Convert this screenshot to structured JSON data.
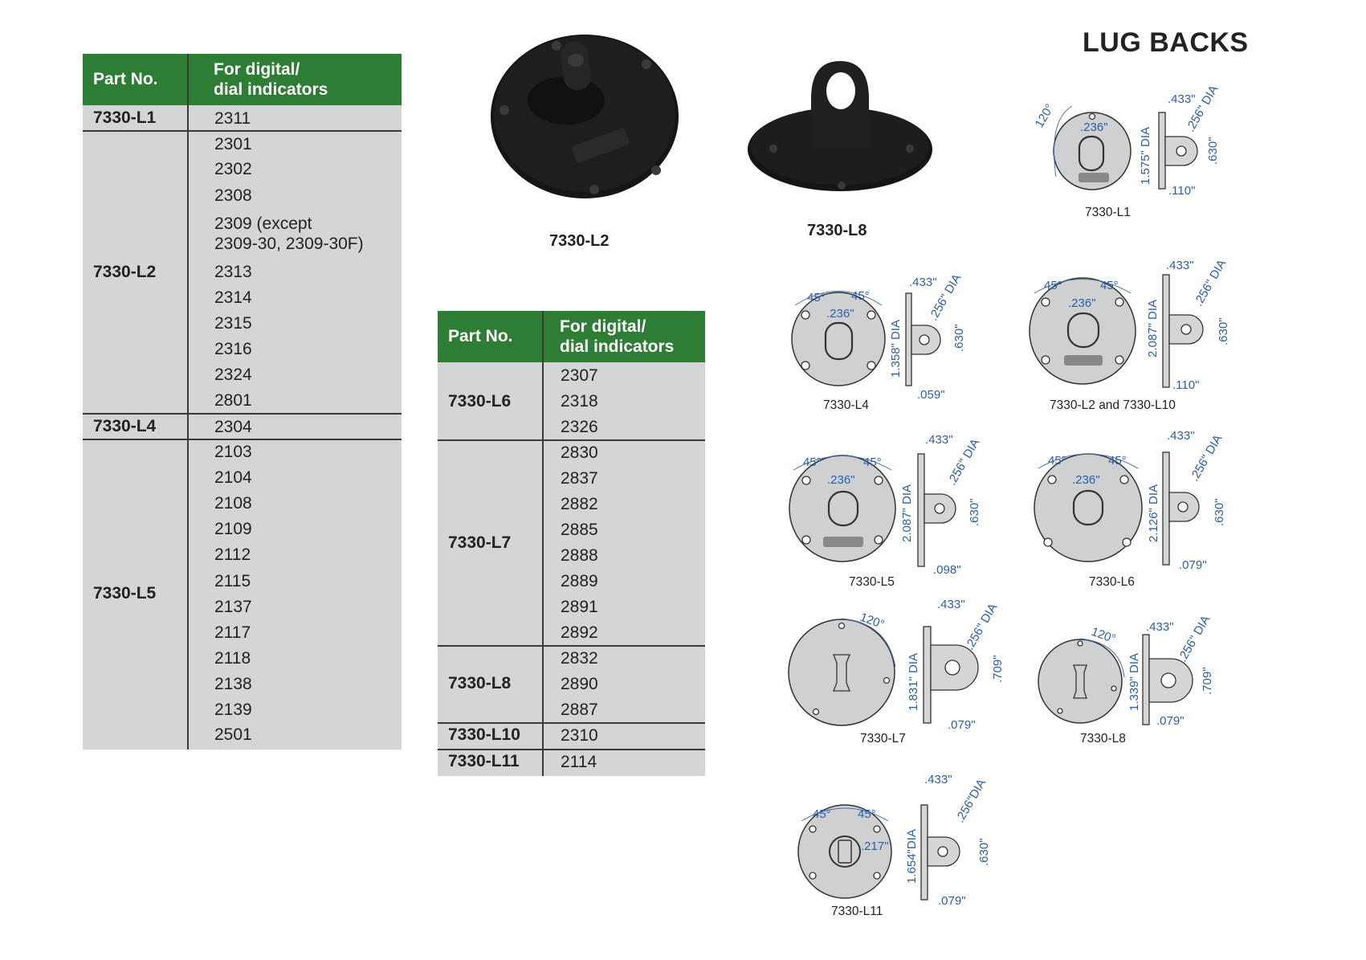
{
  "page_title": "LUG BACKS",
  "table_left": {
    "header_part": "Part No.",
    "header_for_l1": "For digital/",
    "header_for_l2": "dial indicators",
    "rows": [
      {
        "part": "7330-L1",
        "values": [
          "2311"
        ]
      },
      {
        "part": "7330-L2",
        "values": [
          "2301",
          "2302",
          "2308",
          "2309 (except",
          "2309-30, 2309-30F)",
          "2313",
          "2314",
          "2315",
          "2316",
          "2324",
          "2801"
        ]
      },
      {
        "part": "7330-L4",
        "values": [
          "2304"
        ]
      },
      {
        "part": "7330-L5",
        "values": [
          "2103",
          "2104",
          "2108",
          "2109",
          "2112",
          "2115",
          "2137",
          "2117",
          "2118",
          "2138",
          "2139",
          "2501"
        ]
      }
    ]
  },
  "table_right": {
    "header_part": "Part No.",
    "header_for_l1": "For digital/",
    "header_for_l2": "dial indicators",
    "rows": [
      {
        "part": "7330-L6",
        "values": [
          "2307",
          "2318",
          "2326"
        ]
      },
      {
        "part": "7330-L7",
        "values": [
          "2830",
          "2837",
          "2882",
          "2885",
          "2888",
          "2889",
          "2891",
          "2892"
        ]
      },
      {
        "part": "7330-L8",
        "values": [
          "2832",
          "2890",
          "2887"
        ]
      },
      {
        "part": "7330-L10",
        "values": [
          "2310"
        ]
      },
      {
        "part": "7330-L11",
        "values": [
          "2114"
        ]
      }
    ]
  },
  "photos": {
    "l2_caption": "7330-L2",
    "l8_caption": "7330-L8"
  },
  "drawings": {
    "l1": {
      "caption": "7330-L1",
      "angle": "120°",
      "slot": ".236\"",
      "dia": "1.575\" DIA",
      "w": ".433\"",
      "hole": ".256\" DIA",
      "h": ".630\"",
      "t": ".110\""
    },
    "l4": {
      "caption": "7330-L4",
      "a1": "45°",
      "a2": "45°",
      "slot": ".236\"",
      "dia": "1.358\" DIA",
      "w": ".433\"",
      "hole": ".256\" DIA",
      "h": ".630\"",
      "t": ".059\""
    },
    "l2": {
      "caption": "7330-L2 and 7330-L10",
      "a1": "45°",
      "a2": "45°",
      "slot": ".236\"",
      "dia": "2.087\" DIA",
      "w": ".433\"",
      "hole": ".256\" DIA",
      "h": ".630\"",
      "t": ".110\""
    },
    "l5": {
      "caption": "7330-L5",
      "a1": "45°",
      "a2": "45°",
      "slot": ".236\"",
      "dia": "2.087\" DIA",
      "w": ".433\"",
      "hole": ".256\" DIA",
      "h": ".630\"",
      "t": ".098\""
    },
    "l6": {
      "caption": "7330-L6",
      "a1": "45°",
      "a2": "45°",
      "slot": ".236\"",
      "dia": "2.126\" DIA",
      "w": ".433\"",
      "hole": ".256\" DIA",
      "h": ".630\"",
      "t": ".079\""
    },
    "l7": {
      "caption": "7330-L7",
      "angle": "120°",
      "dia": "1.831\" DIA",
      "w": ".433\"",
      "hole": ".256\" DIA",
      "h": ".709\"",
      "t": ".079\""
    },
    "l8": {
      "caption": "7330-L8",
      "angle": "120°",
      "dia": "1.339\" DIA",
      "w": ".433\"",
      "hole": ".256\" DIA",
      "h": ".709\"",
      "t": ".079\""
    },
    "l11": {
      "caption": "7330-L11",
      "a1": "45°",
      "a2": "45°",
      "slot": ".217\"",
      "dia": "1.654\"DIA",
      "w": ".433\"",
      "hole": ".256\"DIA",
      "h": ".630\"",
      "t": ".079\""
    }
  },
  "colors": {
    "header_green": "#2e7d35",
    "cell_gray": "#d4d5d7",
    "dimension_blue": "#2b5ea8"
  }
}
